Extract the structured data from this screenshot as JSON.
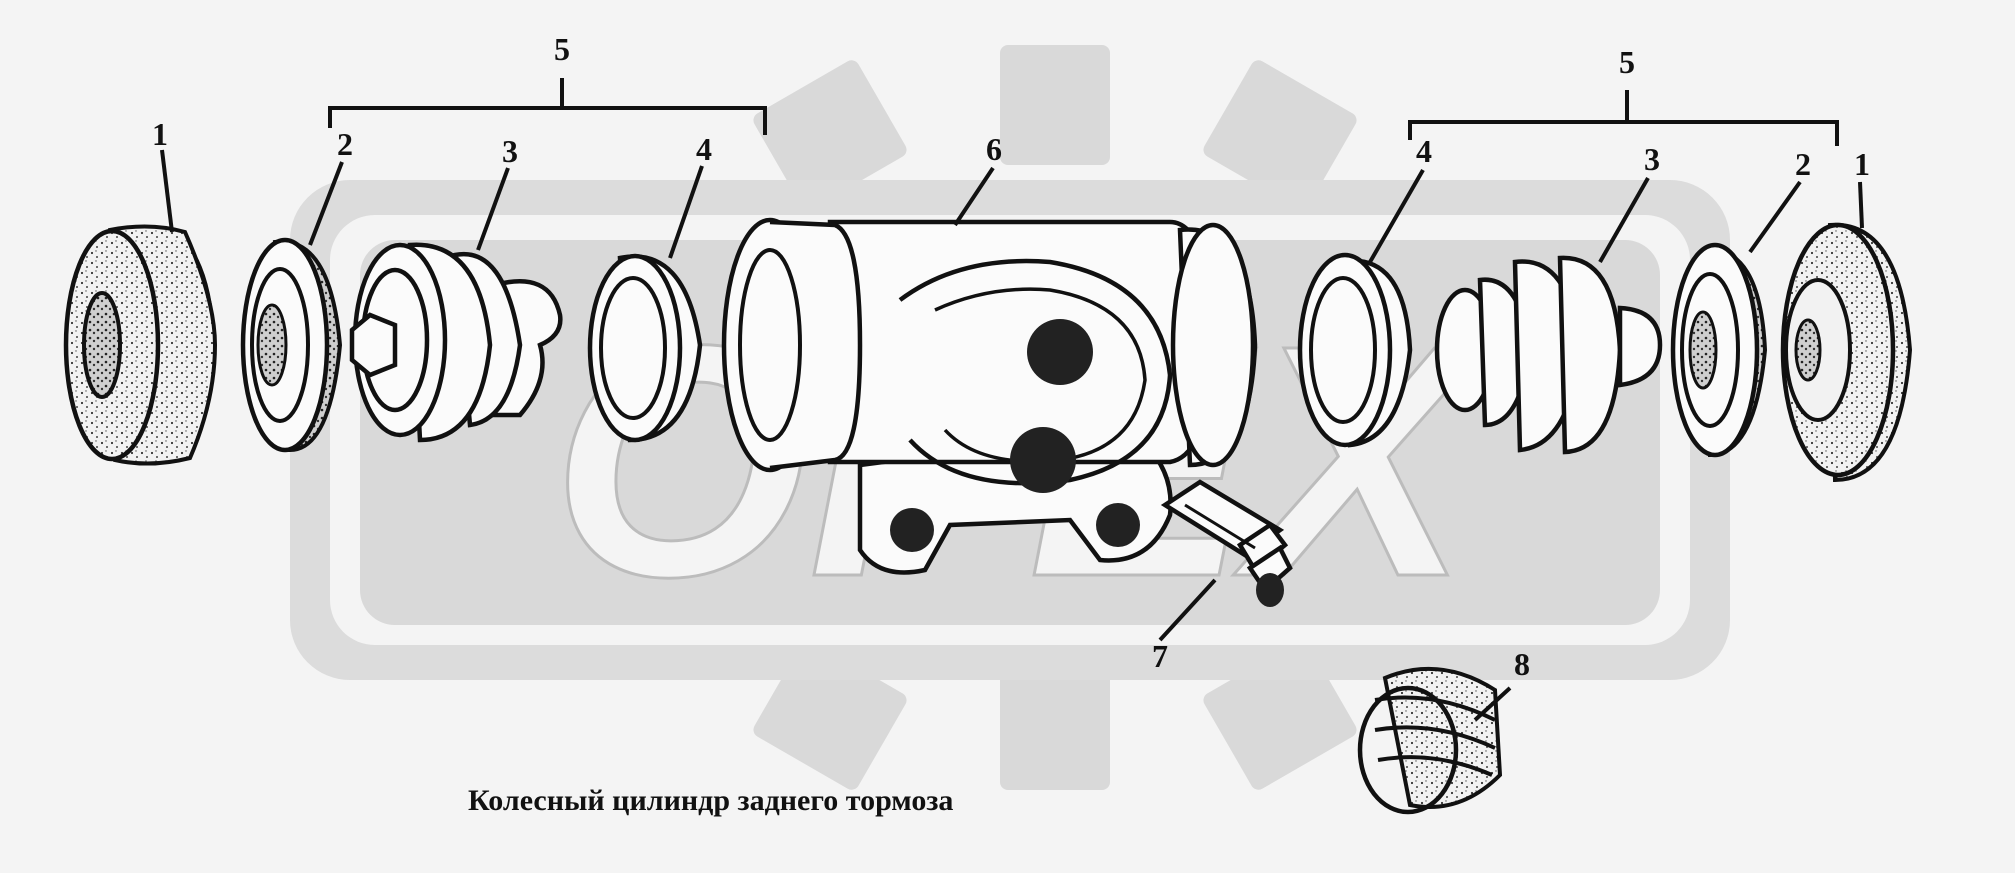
{
  "title": "Колесный цилиндр заднего тормоза",
  "callouts": {
    "left_group_5": "5",
    "left_1": "1",
    "left_2": "2",
    "left_3": "3",
    "left_4": "4",
    "body_6": "6",
    "fitting_7": "7",
    "cap_8": "8",
    "right_group_5": "5",
    "right_4": "4",
    "right_3": "3",
    "right_2": "2",
    "right_1": "1"
  },
  "watermark_text": "OPEX",
  "colors": {
    "background": "#f4f4f4",
    "watermark": "#d6d6d6",
    "ink": "#111111"
  }
}
